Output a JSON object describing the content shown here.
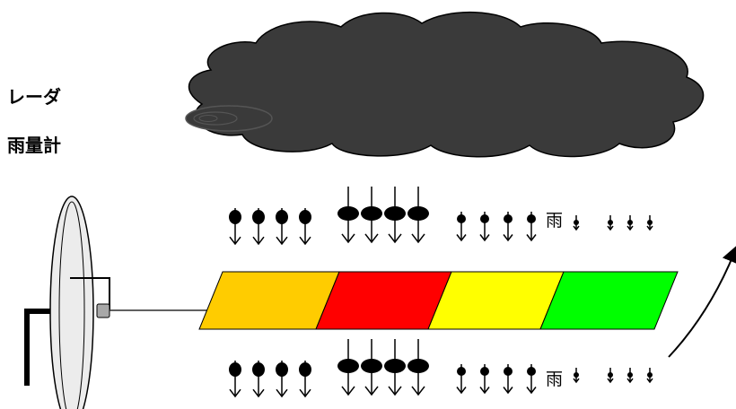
{
  "labels": {
    "radar": "レーダ",
    "rain_gauge": "雨量計",
    "rain_char_top": "雨",
    "rain_char_bottom": "雨"
  },
  "colors": {
    "cloud": "#3a3a3a",
    "segment_1": "#ffcc00",
    "segment_2": "#ff0000",
    "segment_3": "#ffff00",
    "segment_4": "#00ff00",
    "ink": "#000000"
  },
  "icons": [
    "cloud-icon",
    "radar-dish-icon",
    "raindrop-icon",
    "curved-arrow-icon"
  ]
}
